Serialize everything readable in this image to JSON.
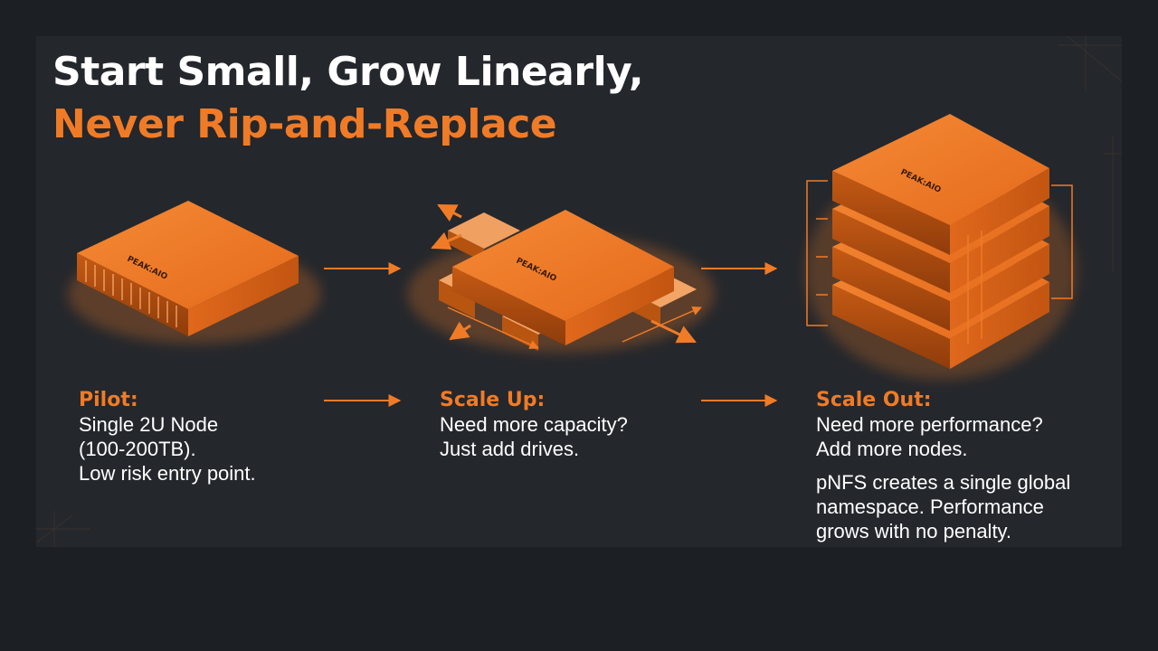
{
  "title": {
    "line1": "Start Small, Grow Linearly,",
    "line2": "Never Rip-and-Replace"
  },
  "brand_label": "PEAK:AIO",
  "colors": {
    "background": "#24272c",
    "accent": "#f07b27",
    "text": "#ffffff"
  },
  "stages": [
    {
      "heading": "Pilot:",
      "lines": [
        "Single 2U Node",
        "(100-200TB).",
        "Low risk entry point."
      ]
    },
    {
      "heading": "Scale Up:",
      "lines": [
        "Need more capacity?",
        "Just add drives."
      ]
    },
    {
      "heading": "Scale Out:",
      "lines": [
        "Need more performance?",
        "Add more nodes."
      ],
      "extra_lines": [
        "pNFS creates a single global",
        "namespace. Performance",
        "grows with no penalty."
      ]
    }
  ]
}
